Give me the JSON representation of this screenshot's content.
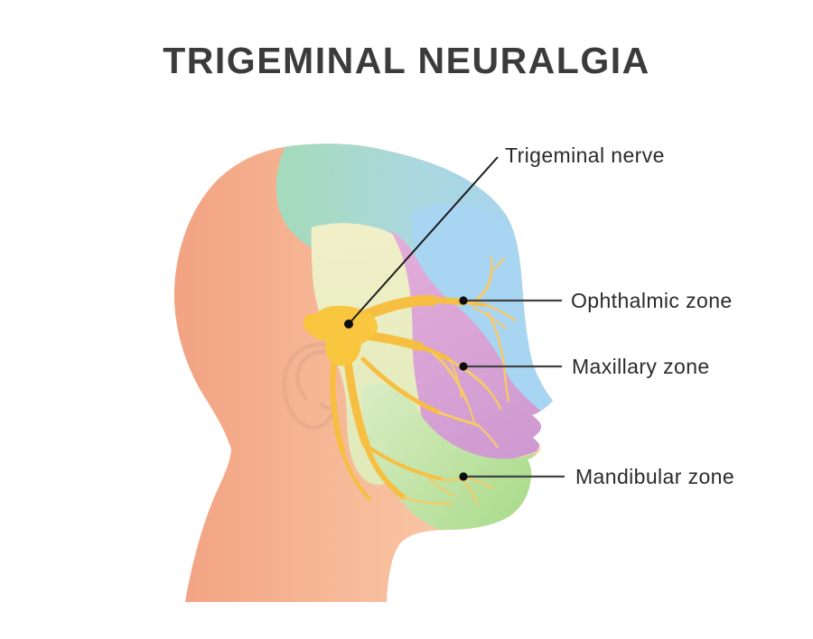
{
  "title": "TRIGEMINAL NEURALGIA",
  "labels": {
    "trigeminal_nerve": "Trigeminal nerve",
    "ophthalmic": "Ophthalmic zone",
    "maxillary": "Maxillary zone",
    "mandibular": "Mandibular zone"
  },
  "colors": {
    "background": "#ffffff",
    "title_text": "#3b3b3b",
    "label_text": "#2b2b2b",
    "skin_dark": "#f2a382",
    "skin_mid": "#f7bc9a",
    "skin_light": "#fbd2b4",
    "scalp_mint": "#a6dabc",
    "scalp_aqua": "#aad8dd",
    "scalp_blue": "#a8d4ef",
    "ophthalmic_blue": "#a8d6f2",
    "maxillary_pink_light": "#e2add9",
    "maxillary_pink_deep": "#cf9ad1",
    "mandibular_green_light": "#d9ecc3",
    "mandibular_green_deep": "#aedd90",
    "temple_light": "#f1efc8",
    "temple_deep": "#dfeaba",
    "nerve_main": "#f6bf41",
    "nerve_light": "#f6ca69",
    "ganglion": "#f8c63f",
    "ear_line": "#e7ab8d",
    "leader_dark": "#1c1c1c",
    "leader_gray": "#424242",
    "dot": "#0d0d0d"
  }
}
